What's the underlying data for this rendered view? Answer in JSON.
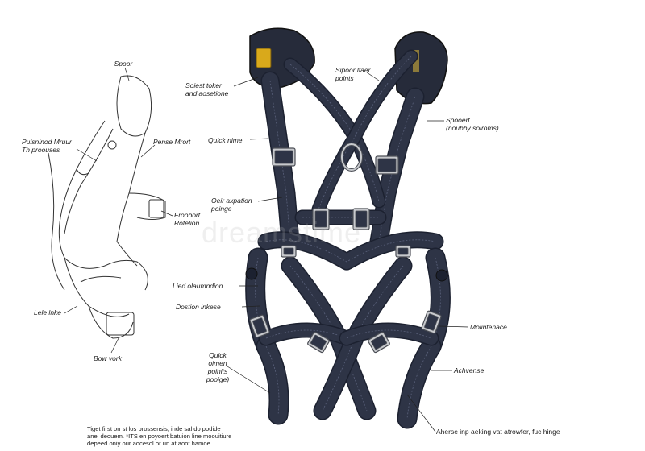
{
  "labels": {
    "spoor": "Spoor",
    "pulsmod": "Pulsnlnod Mruur\nTh proouses",
    "pense": "Pense Mrort",
    "froobort": "Froobort\nRotelion",
    "lele": "Lele lnke",
    "bow": "Bow vork",
    "soiest": "Soiest toker\nand aosetione",
    "quick_nime": "Quick nime",
    "oeir": "Oeir axpation\npoinge",
    "lied": "Lied olaumndion",
    "dostion": "Dostion lnkese",
    "quick_oimen": "Quick\noimen\npoinits\npooige)",
    "sipoor": "Sipoor ltaer\npoints",
    "spooert": "Spooert\n(noubby solroms)",
    "moiintenace": "Moiintenace",
    "achvense": "Achvense",
    "aherse": "Aherse inp aeking vat atrowfer, fuc hinge"
  },
  "footer": "Tiget first on st los prossensis, inde sal do podide\nanel deouem. *ITS en poyoert batuion line moouitiure\ndepeed oniy our aocesol or un at aoot hamoe.",
  "watermark": "dreamstime",
  "colors": {
    "webbing": "#2e3446",
    "webbing_dark": "#1c2130",
    "stitch": "#59607a",
    "hardware": "#c7c9cd",
    "hardware_edge": "#4b4e55",
    "pad": "#262b3a",
    "pad_label": "#d9a91b",
    "line": "#222222"
  }
}
